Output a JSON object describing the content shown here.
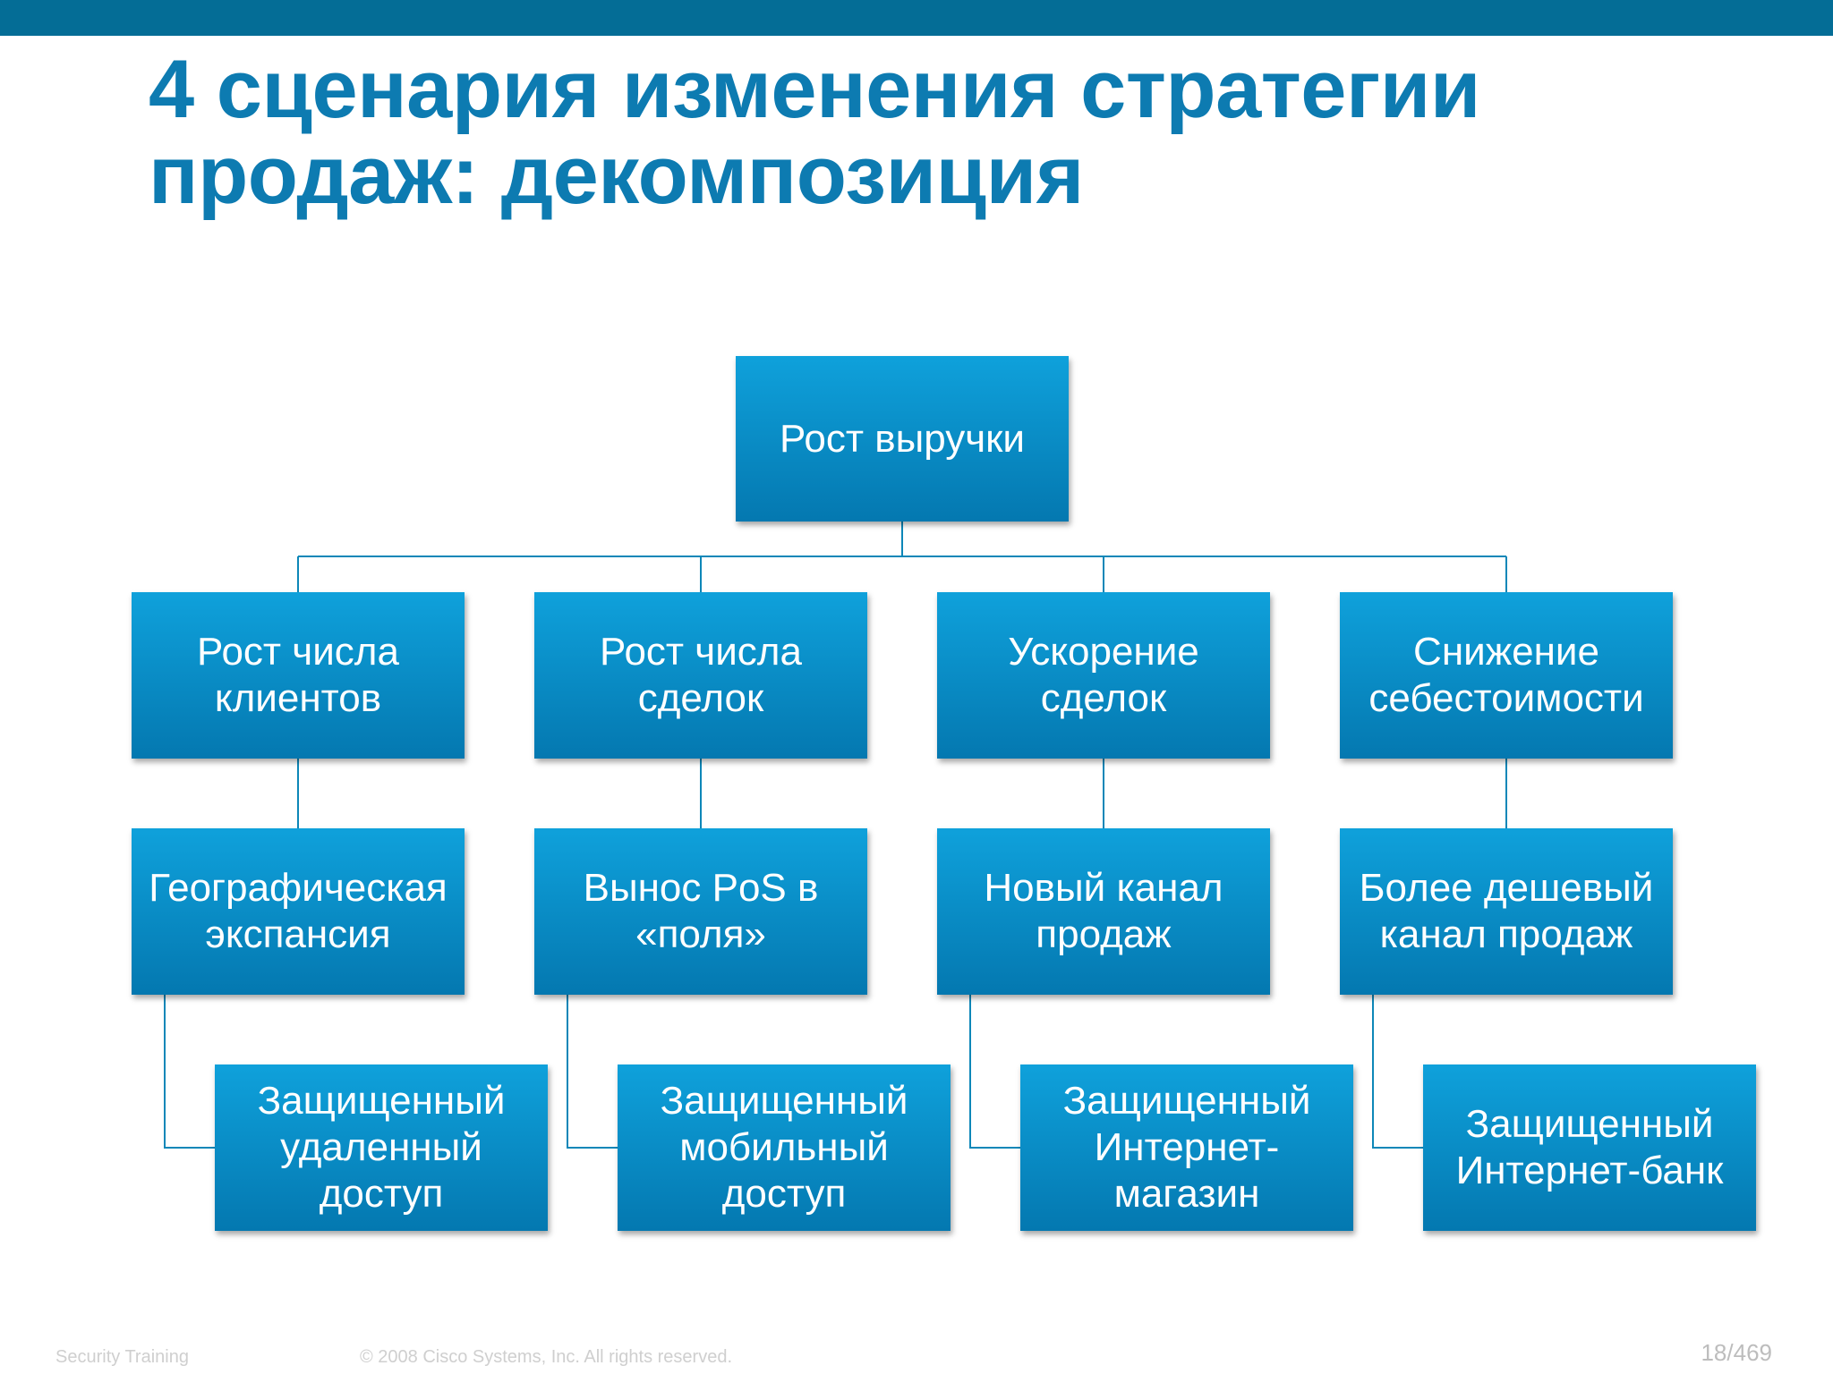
{
  "title": {
    "line1": "4 сценария изменения стратегии",
    "line2": "продаж: декомпозиция"
  },
  "colors": {
    "top_bar": "#046d96",
    "title": "#0d7bb1",
    "node_fill_top": "#0fa1db",
    "node_fill_bottom": "#0478b0",
    "connector": "#0d87b8"
  },
  "diagram": {
    "root": "Рост выручки",
    "branches": [
      {
        "name": "Рост числа клиентов",
        "sub": "Географическая экспансия",
        "leaf": "Защищенный удаленный доступ"
      },
      {
        "name": "Рост числа сделок",
        "sub": "Вынос PoS в «поля»",
        "leaf": "Защищенный мобильный доступ"
      },
      {
        "name": "Ускорение сделок",
        "sub": "Новый канал продаж",
        "leaf": "Защищенный Интернет-магазин"
      },
      {
        "name": "Снижение себестоимости",
        "sub": "Более дешевый канал продаж",
        "leaf": "Защищенный Интернет-банк"
      }
    ]
  },
  "footer": {
    "left": "Security Training",
    "center": "© 2008 Cisco Systems, Inc. All rights reserved.",
    "page": "18/469"
  }
}
